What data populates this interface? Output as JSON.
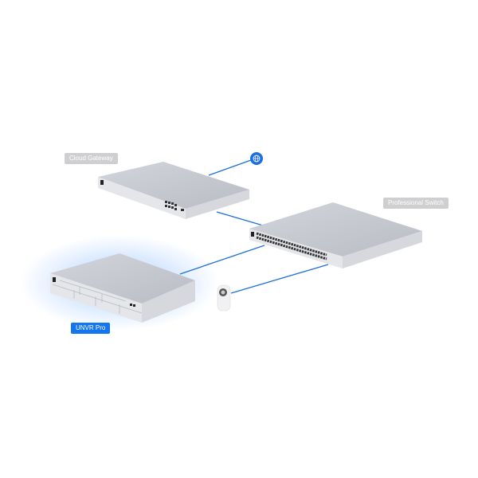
{
  "labels": {
    "gateway": "Cloud Gateway",
    "switch": "Professional Switch",
    "nvr": "UNVR Pro"
  },
  "colors": {
    "link": "#1d6fe0",
    "accent": "#1475f0",
    "label_gray": "#cfcfd2",
    "device_top": "#c5c8cf",
    "device_front": "#e4e6ea"
  },
  "icons": [
    "globe-icon",
    "camera-icon"
  ]
}
